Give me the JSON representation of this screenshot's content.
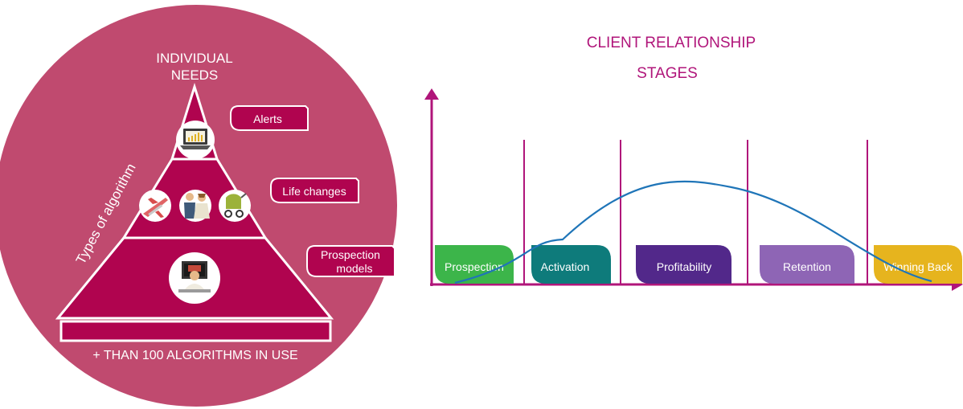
{
  "pyramid": {
    "top_label_line1": "INDIVIDUAL",
    "top_label_line2": "NEEDS",
    "side_label": "Types of algorithm",
    "base_label": "+ THAN 100 ALGORITHMS IN USE",
    "tiers": [
      {
        "label_lines": [
          "Alerts"
        ],
        "icons": [
          "laptop-chart-icon"
        ]
      },
      {
        "label_lines": [
          "Life changes"
        ],
        "icons": [
          "airplane-icon",
          "wedding-couple-icon",
          "baby-stroller-icon"
        ]
      },
      {
        "label_lines": [
          "Prospection",
          "models"
        ],
        "icons": [
          "person-at-computer-icon"
        ]
      }
    ]
  },
  "stages_chart": {
    "title_line1": "CLIENT RELATIONSHIP",
    "title_line2": "STAGES",
    "stages": [
      {
        "label": "Prospection",
        "color": "#3cb54a"
      },
      {
        "label": "Activation",
        "color": "#0e7b7b"
      },
      {
        "label": "Profitability",
        "color": "#52288a"
      },
      {
        "label": "Retention",
        "color": "#8e65b5"
      },
      {
        "label": "Winning Back",
        "color": "#e6b41e"
      }
    ]
  },
  "colors": {
    "circle": "#c04a6f",
    "pyramid": "#b0044f",
    "axis": "#b0157a",
    "curve": "#1f75b8"
  }
}
